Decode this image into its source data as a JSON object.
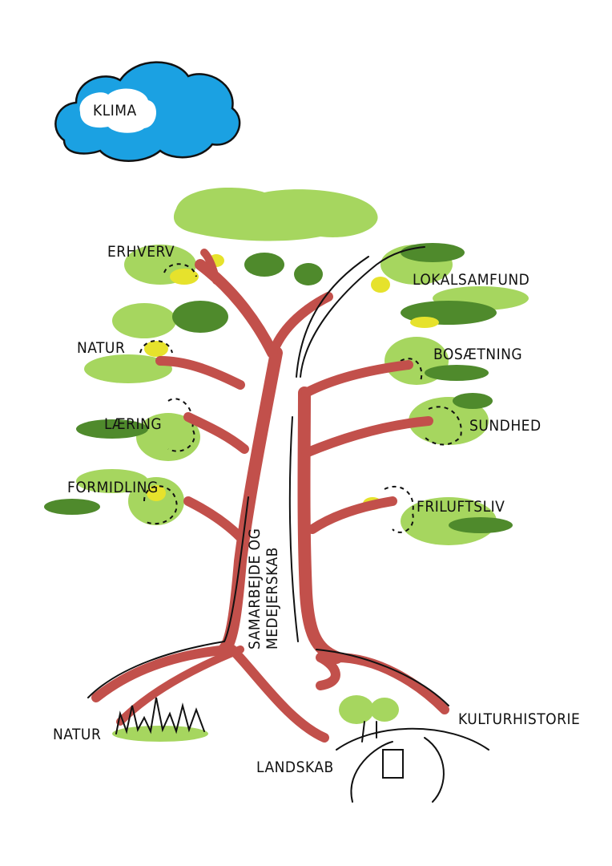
{
  "cloud": {
    "label": "KLIMA"
  },
  "trunk": {
    "label_line1": "SAMARBEJDE OG",
    "label_line2": "MEDEJERSKAB"
  },
  "branches_left": [
    "ERHVERV",
    "NATUR",
    "LÆRING",
    "FORMIDLING"
  ],
  "branches_right": [
    "LOKALSAMFUND",
    "BOSÆTNING",
    "SUNDHED",
    "FRILUFTSLIV"
  ],
  "roots": [
    "NATUR",
    "LANDSKAB",
    "KULTURHISTORIE"
  ],
  "colors": {
    "cloud": "#1ba1e2",
    "trunk": "#c2504b",
    "light_leaf": "#a6d65f",
    "dark_leaf": "#4f8a2c",
    "highlight": "#e6e22c"
  }
}
